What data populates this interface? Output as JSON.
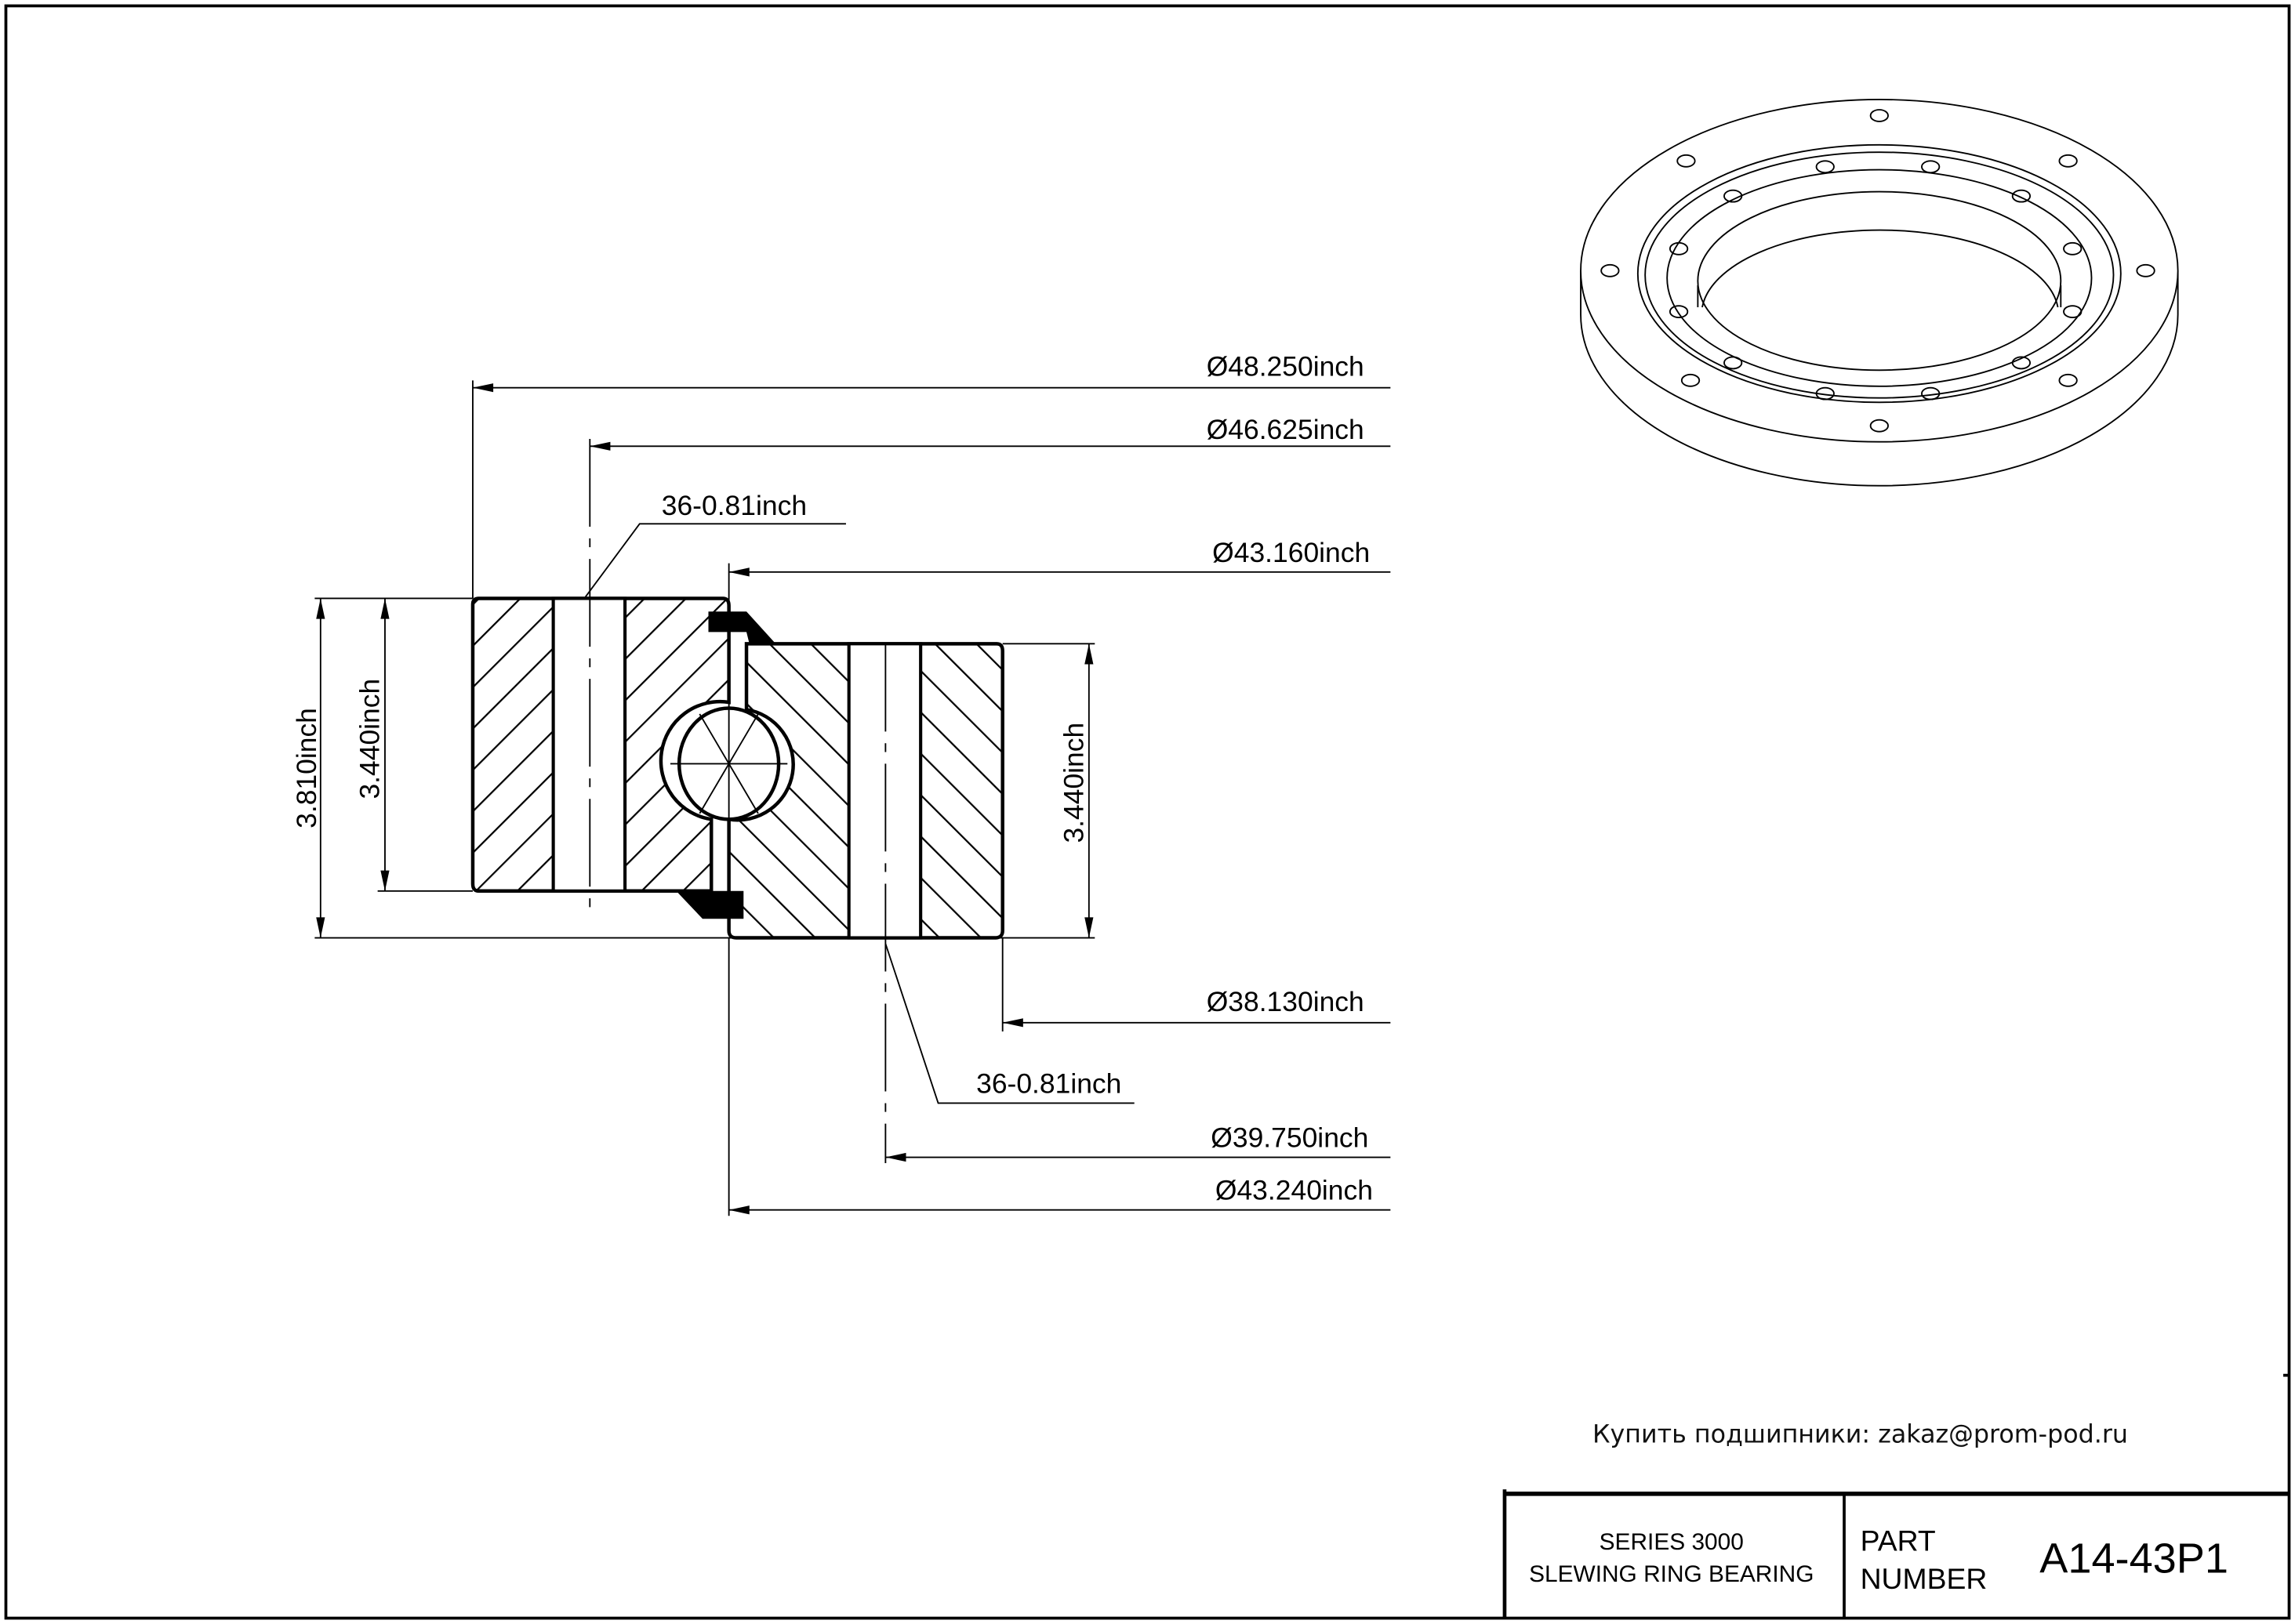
{
  "drawing": {
    "dimensions": {
      "d_outer": "Ø48.250inch",
      "d_outer_bolt_circle": "Ø46.625inch",
      "outer_holes": "36-0.81inch",
      "d_outer_ring_inner": "Ø43.160inch",
      "d_inner": "Ø38.130inch",
      "inner_holes": "36-0.81inch",
      "d_inner_bolt_circle": "Ø39.750inch",
      "d_inner_ring_outer": "Ø43.240inch",
      "total_height": "3.810inch",
      "outer_ring_height": "3.440inch",
      "inner_ring_height": "3.440inch"
    },
    "note": "Купить подшипники: zakaz@prom-pod.ru"
  },
  "title_block": {
    "series": "SERIES 3000",
    "description": "SLEWING RING BEARING",
    "part_label_1": "PART",
    "part_label_2": "NUMBER",
    "part_number": "A14-43P1"
  }
}
